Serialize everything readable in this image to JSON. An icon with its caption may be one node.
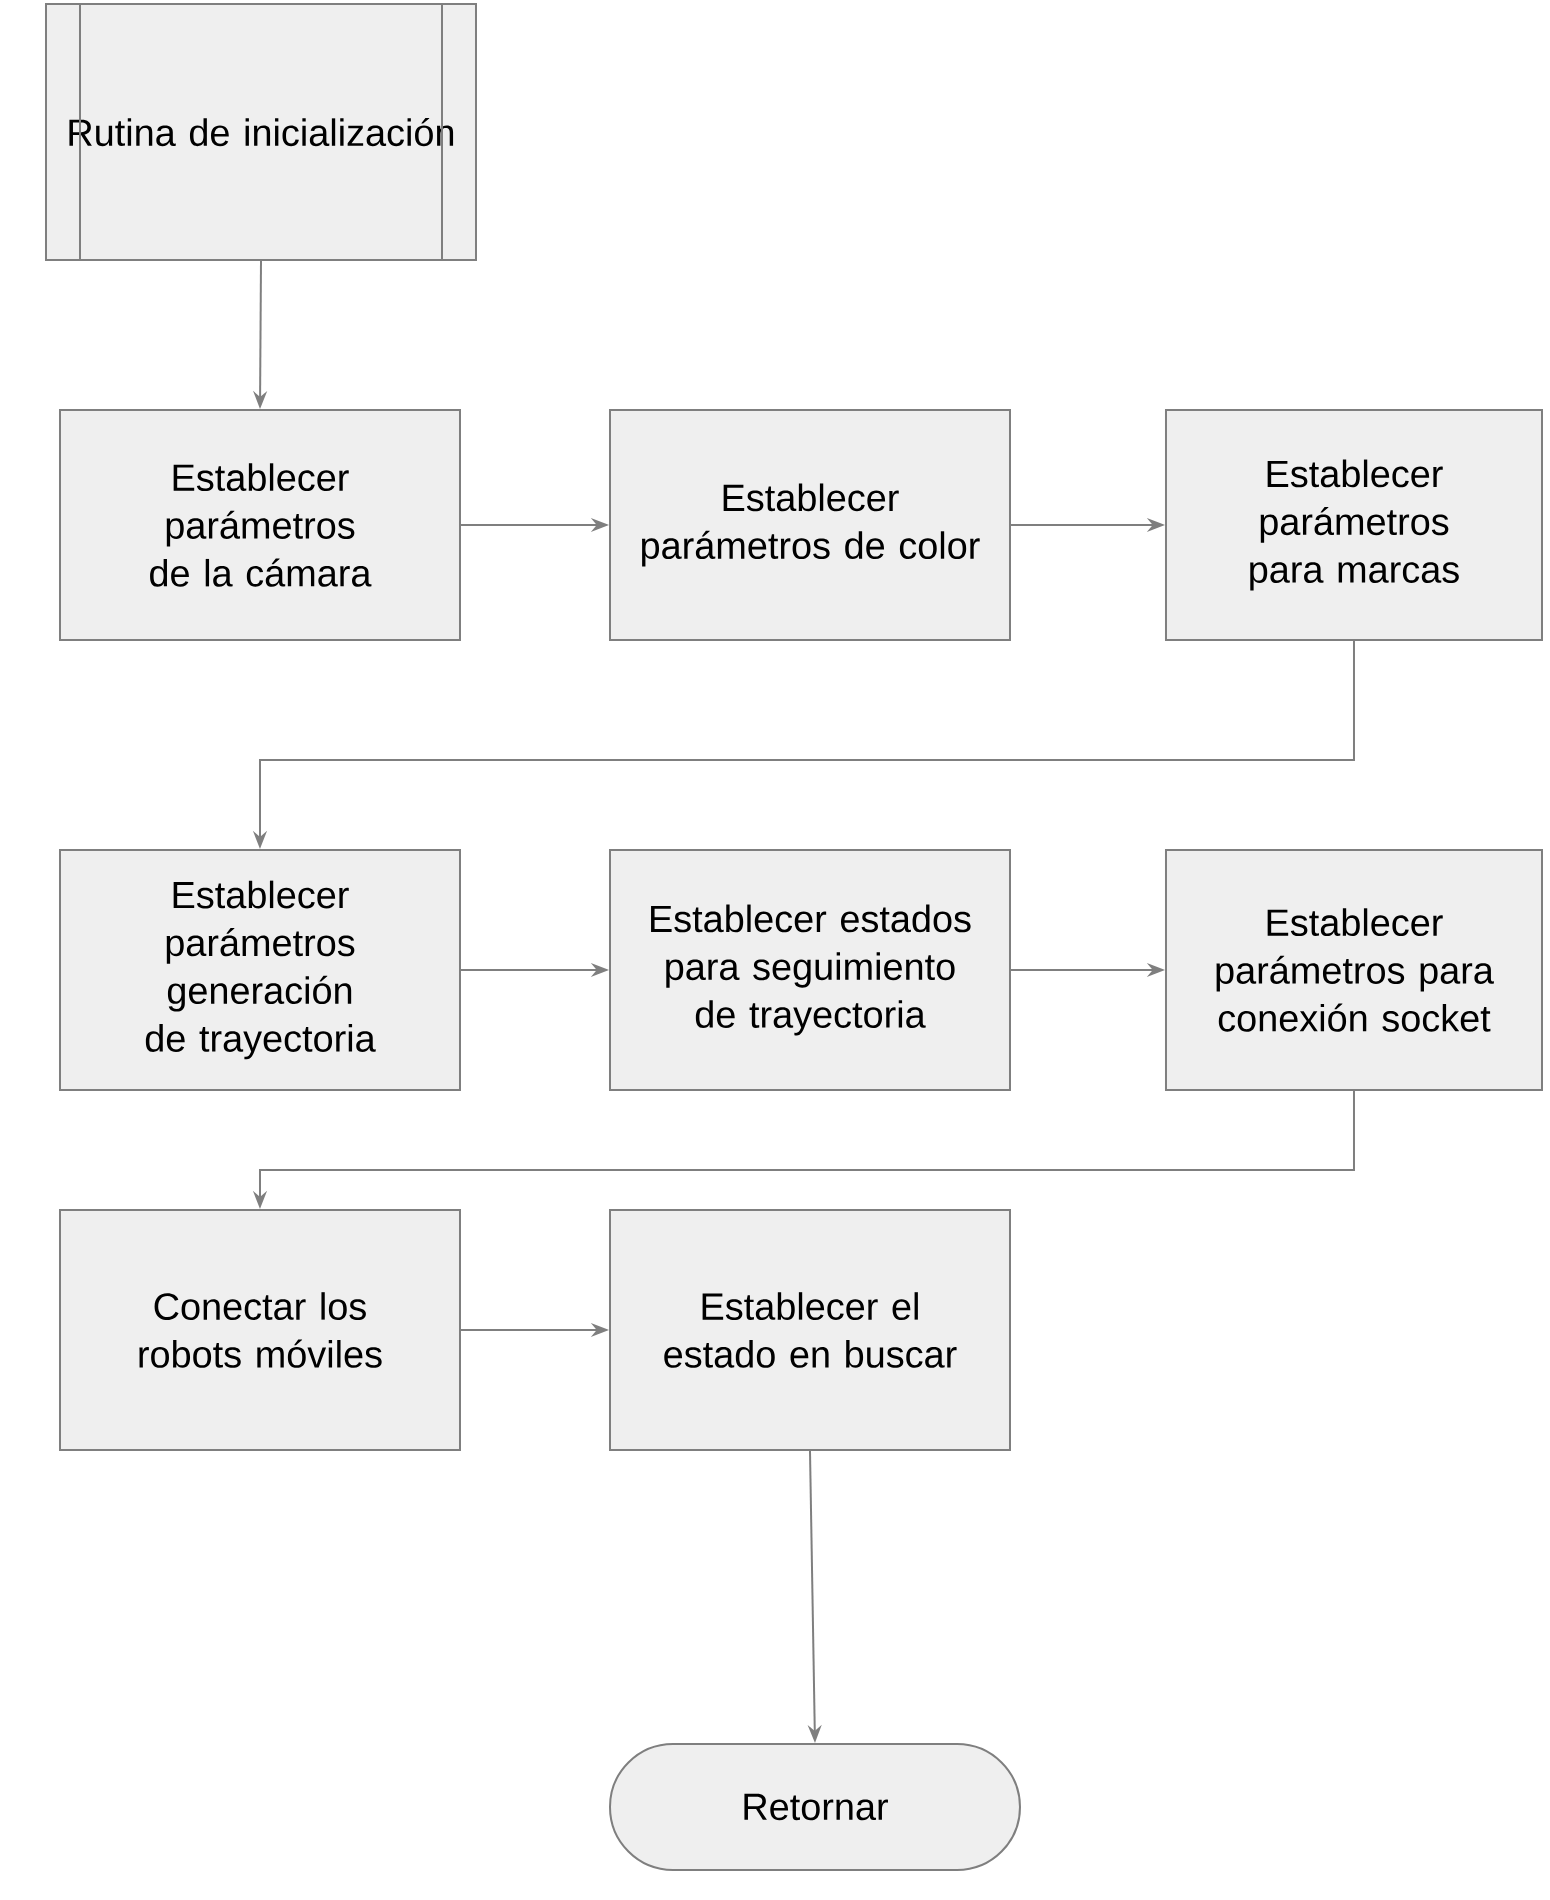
{
  "diagram": {
    "nodes": [
      {
        "text": [
          "Rutina de inicialización"
        ]
      },
      {
        "text": [
          "Establecer parámetros de la cámara"
        ]
      },
      {
        "text": [
          "Establecer parámetros de color"
        ]
      },
      {
        "text": [
          "Establecer parámetros para marcas"
        ]
      },
      {
        "text": [
          "Establecer parámetros generación de trayectoria"
        ]
      },
      {
        "text": [
          "Establecer estados para seguimiento de trayectoria"
        ]
      },
      {
        "text": [
          "Establecer parámetros para conexión socket"
        ]
      },
      {
        "text": [
          "Conectar los robots móviles"
        ]
      },
      {
        "text": [
          "Establecer el estado en buscar"
        ]
      },
      {
        "text": [
          "Retornar"
        ]
      }
    ],
    "edges": [
      {
        "from": 0,
        "to": 1,
        "arrow": "to"
      },
      {
        "from": 1,
        "to": 2,
        "arrow": "to"
      },
      {
        "from": 2,
        "to": 3,
        "arrow": "to"
      },
      {
        "from": 3,
        "to": 4,
        "arrow": "to"
      },
      {
        "from": 4,
        "to": 5,
        "arrow": "to"
      },
      {
        "from": 5,
        "to": 6,
        "arrow": "to"
      },
      {
        "from": 6,
        "to": 7,
        "arrow": "to"
      },
      {
        "from": 7,
        "to": 8,
        "arrow": "to"
      },
      {
        "from": 8,
        "to": 9,
        "arrow": "to"
      }
    ]
  }
}
